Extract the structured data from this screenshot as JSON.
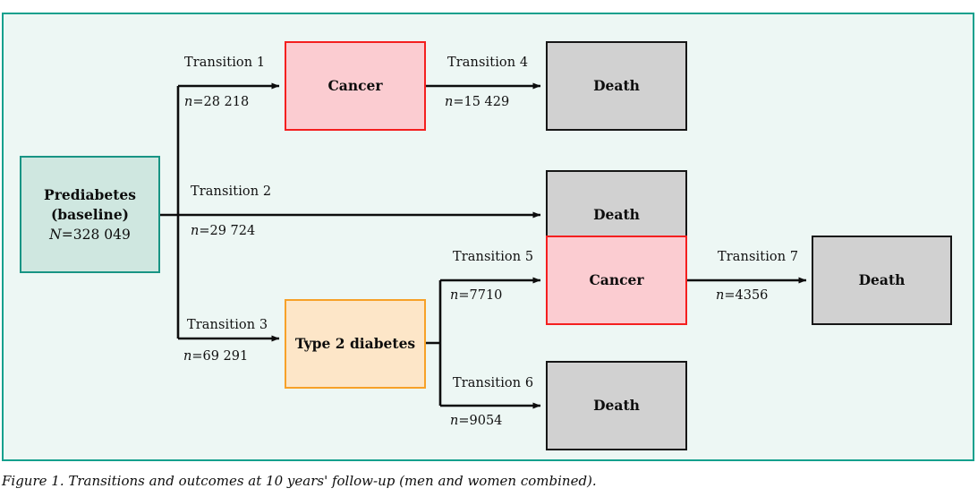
{
  "figure": {
    "caption": "Figure 1. Transitions and outcomes at 10 years' follow-up (men and women combined)."
  },
  "colors": {
    "panel_background": "#edf7f4",
    "panel_border": "#14a08d",
    "prediabetes_fill": "#cfe7e0",
    "prediabetes_border": "#189484",
    "cancer_fill": "#fbccd1",
    "cancer_border": "#f41f1f",
    "diabetes_fill": "#fde6c8",
    "diabetes_border": "#f7a128",
    "death_fill": "#d1d1d1",
    "death_border": "#161616",
    "edge": "#0d0d0d"
  },
  "chart_data": {
    "type": "diagram",
    "title": "Transitions and outcomes at 10 years' follow-up (men and women combined)",
    "nodes": [
      {
        "id": "prediabetes",
        "label_line1": "Prediabetes",
        "label_line2": "(baseline)",
        "count_prefix": "N",
        "count": "328 049",
        "kind": "baseline"
      },
      {
        "id": "cancer_top",
        "label": "Cancer",
        "kind": "cancer"
      },
      {
        "id": "death_from_cancer_top",
        "label": "Death",
        "kind": "death"
      },
      {
        "id": "death_direct",
        "label": "Death",
        "kind": "death"
      },
      {
        "id": "diabetes",
        "label": "Type 2 diabetes",
        "kind": "diabetes"
      },
      {
        "id": "cancer_bottom",
        "label": "Cancer",
        "kind": "cancer"
      },
      {
        "id": "death_from_cancer_bottom",
        "label": "Death",
        "kind": "death"
      },
      {
        "id": "death_from_diabetes",
        "label": "Death",
        "kind": "death"
      }
    ],
    "transitions": [
      {
        "id": 1,
        "name": "Transition 1",
        "count_prefix": "n",
        "count": "28 218",
        "from": "prediabetes",
        "to": "cancer_top"
      },
      {
        "id": 2,
        "name": "Transition 2",
        "count_prefix": "n",
        "count": "29 724",
        "from": "prediabetes",
        "to": "death_direct"
      },
      {
        "id": 3,
        "name": "Transition 3",
        "count_prefix": "n",
        "count": "69 291",
        "from": "prediabetes",
        "to": "diabetes"
      },
      {
        "id": 4,
        "name": "Transition 4",
        "count_prefix": "n",
        "count": "15 429",
        "from": "cancer_top",
        "to": "death_from_cancer_top"
      },
      {
        "id": 5,
        "name": "Transition 5",
        "count_prefix": "n",
        "count": "7710",
        "from": "diabetes",
        "to": "cancer_bottom"
      },
      {
        "id": 6,
        "name": "Transition 6",
        "count_prefix": "n",
        "count": "9054",
        "from": "diabetes",
        "to": "death_from_diabetes"
      },
      {
        "id": 7,
        "name": "Transition 7",
        "count_prefix": "n",
        "count": "4356",
        "from": "cancer_bottom",
        "to": "death_from_cancer_bottom"
      }
    ]
  }
}
